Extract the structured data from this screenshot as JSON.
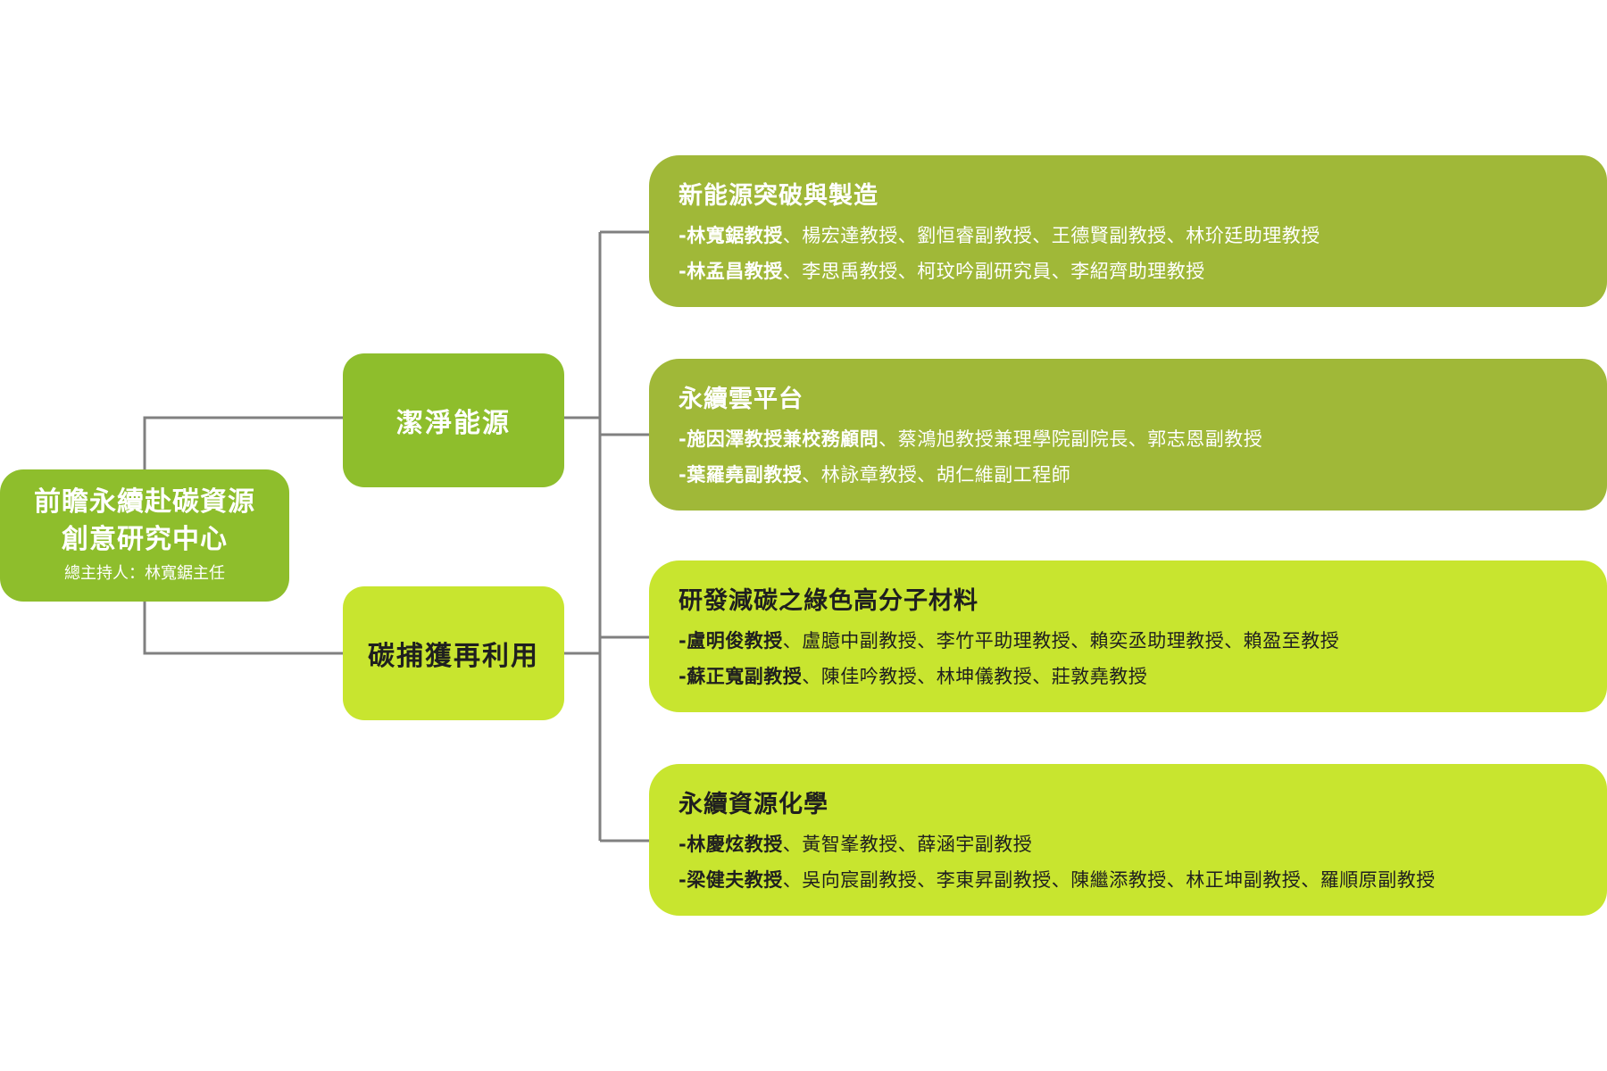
{
  "root": {
    "title_line1": "前瞻永續赴碳資源",
    "title_line2": "創意研究中心",
    "subtitle": "總主持人：林寬鋸主任"
  },
  "branches": [
    {
      "label": "潔淨能源"
    },
    {
      "label": "碳捕獲再利用"
    }
  ],
  "groups": [
    {
      "title": "新能源突破與製造",
      "lines": [
        {
          "lead": "-林寬鋸教授",
          "rest": "、楊宏達教授、劉恒睿副教授、王德賢副教授、林玠廷助理教授"
        },
        {
          "lead": "-林孟昌教授",
          "rest": "、李思禹教授、柯玟吟副研究員、李紹齊助理教授"
        }
      ]
    },
    {
      "title": "永續雲平台",
      "lines": [
        {
          "lead": "-施因澤教授兼校務顧問",
          "rest": "、蔡鴻旭教授兼理學院副院長、郭志恩副教授"
        },
        {
          "lead": "-葉羅堯副教授",
          "rest": "、林詠章教授、胡仁維副工程師"
        }
      ]
    },
    {
      "title": "研發減碳之綠色高分子材料",
      "lines": [
        {
          "lead": "-盧明俊教授",
          "rest": "、盧臆中副教授、李竹平助理教授、賴奕丞助理教授、賴盈至教授"
        },
        {
          "lead": "-蘇正寬副教授",
          "rest": "、陳佳吟教授、林坤儀教授、莊敦堯教授"
        }
      ]
    },
    {
      "title": "永續資源化學",
      "lines": [
        {
          "lead": "-林慶炫教授",
          "rest": "、黃智峯教授、薛涵宇副教授"
        },
        {
          "lead": "-梁健夫教授",
          "rest": "、吳向宸副教授、李東昇副教授、陳繼添教授、林正坤副教授、羅順原副教授"
        }
      ]
    }
  ],
  "colors": {
    "dark_green": "#8ebe2c",
    "olive_green": "#a0b838",
    "lime_green": "#c8e52f",
    "connector": "#808080"
  }
}
